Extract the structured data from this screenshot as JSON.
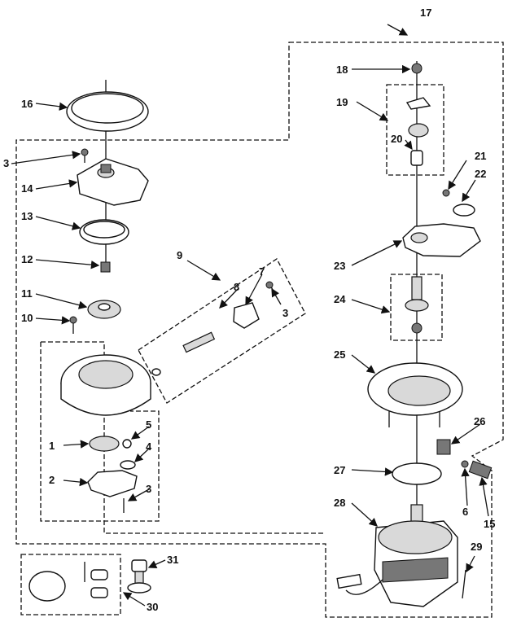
{
  "labels": [
    {
      "text": "16"
    },
    {
      "text": "17"
    },
    {
      "text": "18"
    },
    {
      "text": "19"
    },
    {
      "text": "20"
    },
    {
      "text": "21"
    },
    {
      "text": "22"
    },
    {
      "text": "23"
    },
    {
      "text": "24"
    },
    {
      "text": "25"
    },
    {
      "text": "26"
    },
    {
      "text": "27"
    },
    {
      "text": "6"
    },
    {
      "text": "15"
    },
    {
      "text": "28"
    },
    {
      "text": "29"
    },
    {
      "text": "3"
    },
    {
      "text": "14"
    },
    {
      "text": "13"
    },
    {
      "text": "12"
    },
    {
      "text": "11"
    },
    {
      "text": "10"
    },
    {
      "text": "9"
    },
    {
      "text": "7"
    },
    {
      "text": "8"
    },
    {
      "text": "3"
    },
    {
      "text": "5"
    },
    {
      "text": "1"
    },
    {
      "text": "4"
    },
    {
      "text": "2"
    },
    {
      "text": "3"
    },
    {
      "text": "30"
    },
    {
      "text": "31"
    }
  ]
}
